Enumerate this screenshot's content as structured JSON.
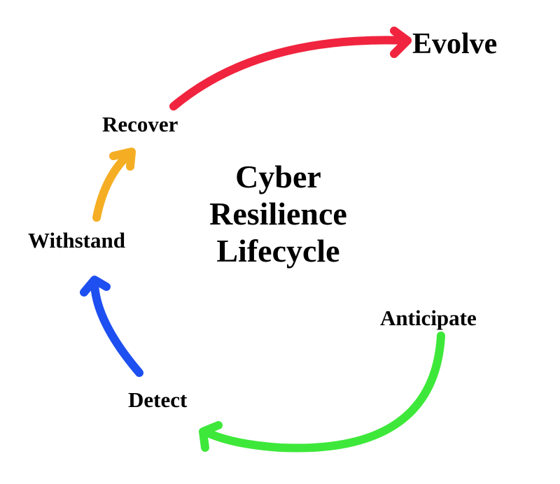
{
  "diagram": {
    "title_lines": [
      "Cyber",
      "Resilience",
      "Lifecycle"
    ],
    "stages": {
      "anticipate": "Anticipate",
      "detect": "Detect",
      "withstand": "Withstand",
      "recover": "Recover",
      "evolve": "Evolve"
    },
    "arrows": [
      {
        "from": "Anticipate",
        "to": "Detect",
        "color": "#3ee83a"
      },
      {
        "from": "Detect",
        "to": "Withstand",
        "color": "#1e4ff0"
      },
      {
        "from": "Withstand",
        "to": "Recover",
        "color": "#f5ae24"
      },
      {
        "from": "Recover",
        "to": "Evolve",
        "color": "#f0243e"
      }
    ]
  }
}
